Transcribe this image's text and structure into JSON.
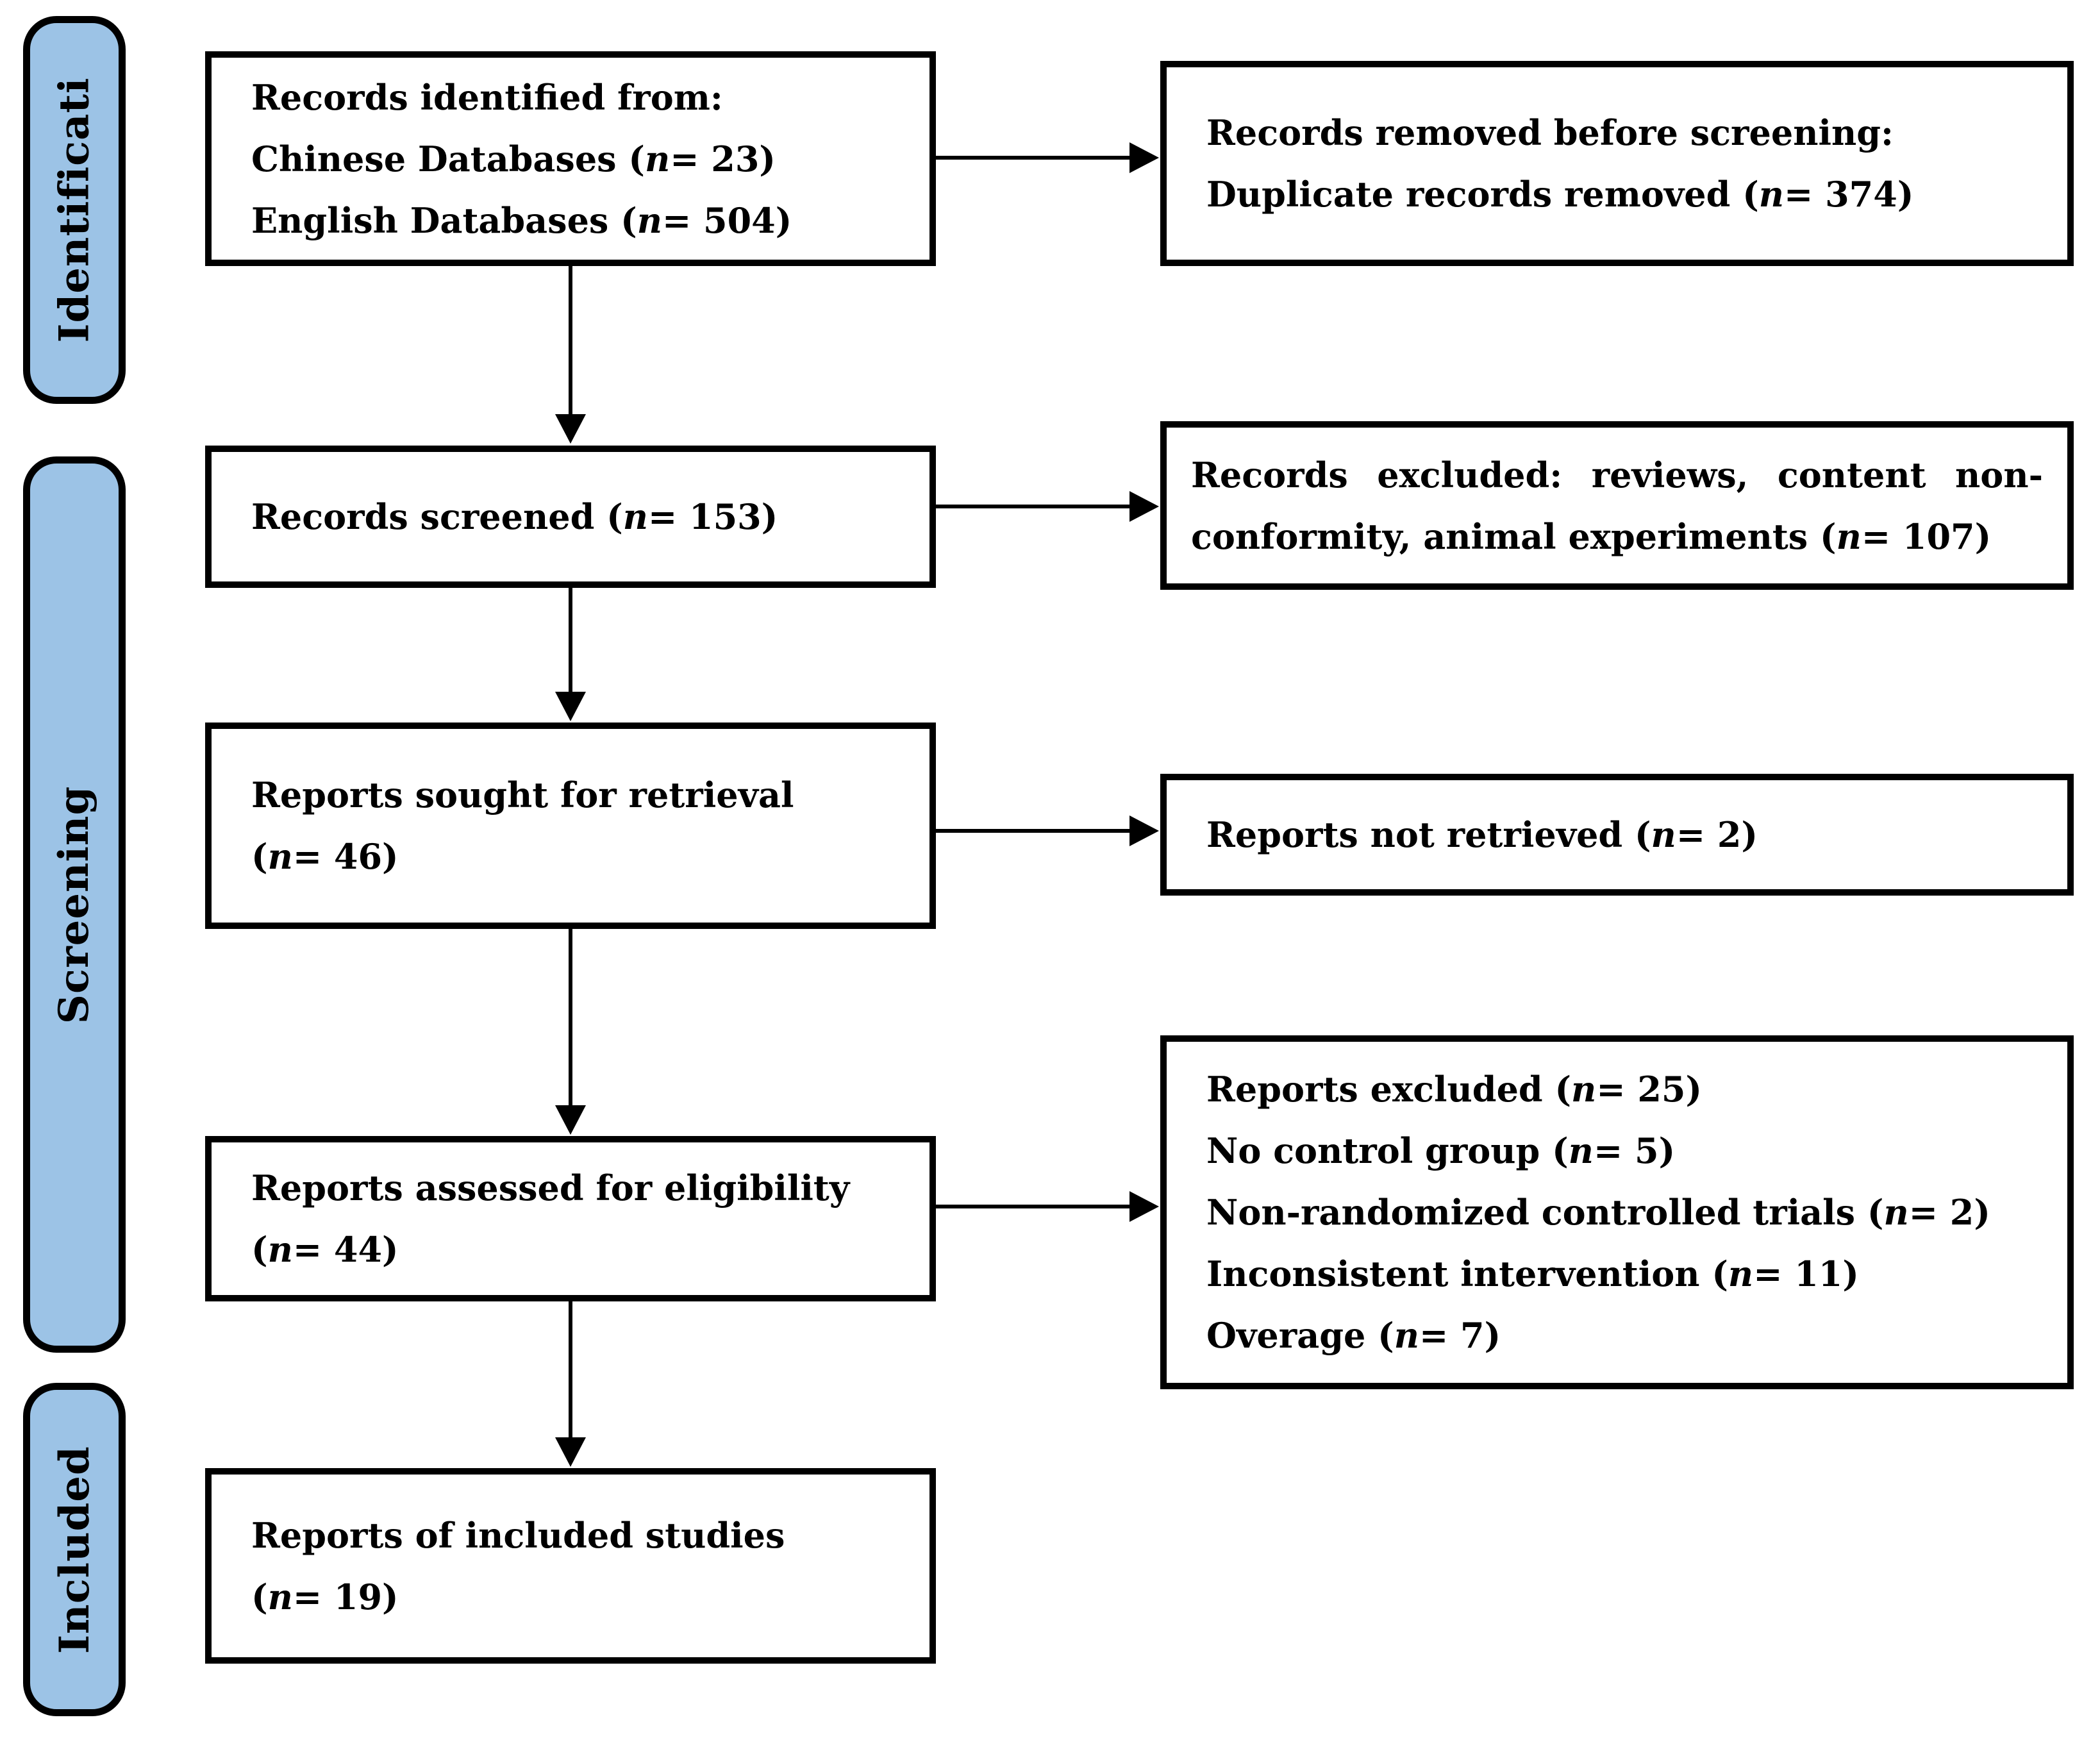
{
  "diagram": {
    "type": "PRISMA flow diagram",
    "colors": {
      "stage_fill": "#9cc3e6",
      "box_border": "#000000",
      "background": "#ffffff",
      "text": "#000000"
    },
    "stages": [
      {
        "label": "Identificati"
      },
      {
        "label": "Screening"
      },
      {
        "label": "Included"
      }
    ],
    "boxes": {
      "identified": {
        "lines": [
          {
            "pre": "Records identified from:",
            "n": ""
          },
          {
            "pre": "Chinese Databases",
            "n": "23"
          },
          {
            "pre": "English Databases",
            "n": "504"
          }
        ]
      },
      "removed": {
        "lines": [
          {
            "pre": "Records removed before screening:",
            "n": ""
          },
          {
            "pre": "Duplicate records removed",
            "n": "374"
          }
        ]
      },
      "screened": {
        "lines": [
          {
            "pre": "Records screened",
            "n": "153"
          }
        ]
      },
      "excluded_records": {
        "lines": [
          {
            "pre": "Records excluded: reviews, content non-conformity, animal experiments",
            "n": "107"
          }
        ]
      },
      "sought": {
        "lines": [
          {
            "pre": "Reports sought for retrieval",
            "n": ""
          },
          {
            "pre": "",
            "n": "46"
          }
        ]
      },
      "not_retrieved": {
        "lines": [
          {
            "pre": "Reports not retrieved",
            "n": "2"
          }
        ]
      },
      "assessed": {
        "lines": [
          {
            "pre": "Reports assessed for eligibility",
            "n": ""
          },
          {
            "pre": "",
            "n": "44"
          }
        ]
      },
      "excluded_reports": {
        "lines": [
          {
            "pre": "Reports excluded",
            "n": "25"
          },
          {
            "pre": "No control group",
            "n": "5"
          },
          {
            "pre": "Non-randomized controlled trials",
            "n": "2"
          },
          {
            "pre": "Inconsistent intervention",
            "n": "11"
          },
          {
            "pre": "Overage",
            "n": "7"
          }
        ]
      },
      "included": {
        "lines": [
          {
            "pre": "Reports of included studies",
            "n": ""
          },
          {
            "pre": "",
            "n": "19"
          }
        ]
      }
    }
  }
}
